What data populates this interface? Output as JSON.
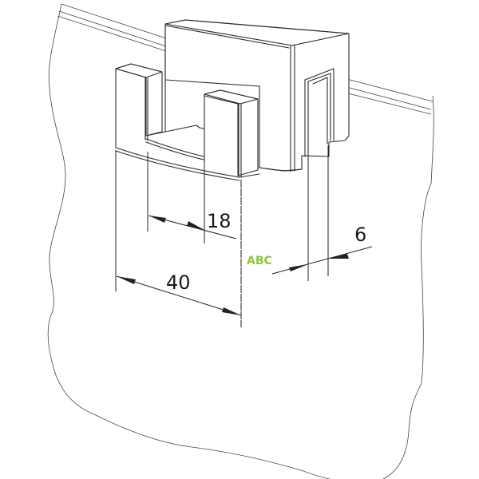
{
  "diagram": {
    "type": "isometric technical drawing",
    "subject": "double towel hook mounted on glass panel",
    "dimensions": {
      "hook_gap": "18",
      "overall_width": "40",
      "panel_thickness": "6"
    },
    "units": "mm",
    "watermark": {
      "text": "ABC",
      "color": "#8dc63f"
    },
    "colors": {
      "line": "#2a2a2a",
      "background": "#ffffff"
    }
  }
}
